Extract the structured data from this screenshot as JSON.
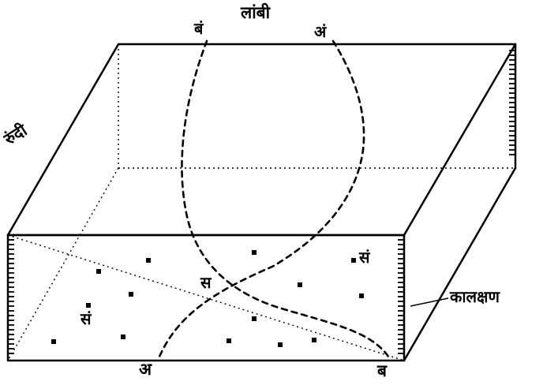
{
  "labels": {
    "length": "लांबी",
    "width": "रुंदी",
    "timeSlice": "कालक्षण",
    "topB": "बं",
    "topA": "अं",
    "bottomA": "अ",
    "bottomB": "ब",
    "centerS": "स",
    "leftS": "सं",
    "rightS": "सं"
  },
  "colors": {
    "ink": "#000000",
    "background": "#ffffff"
  }
}
